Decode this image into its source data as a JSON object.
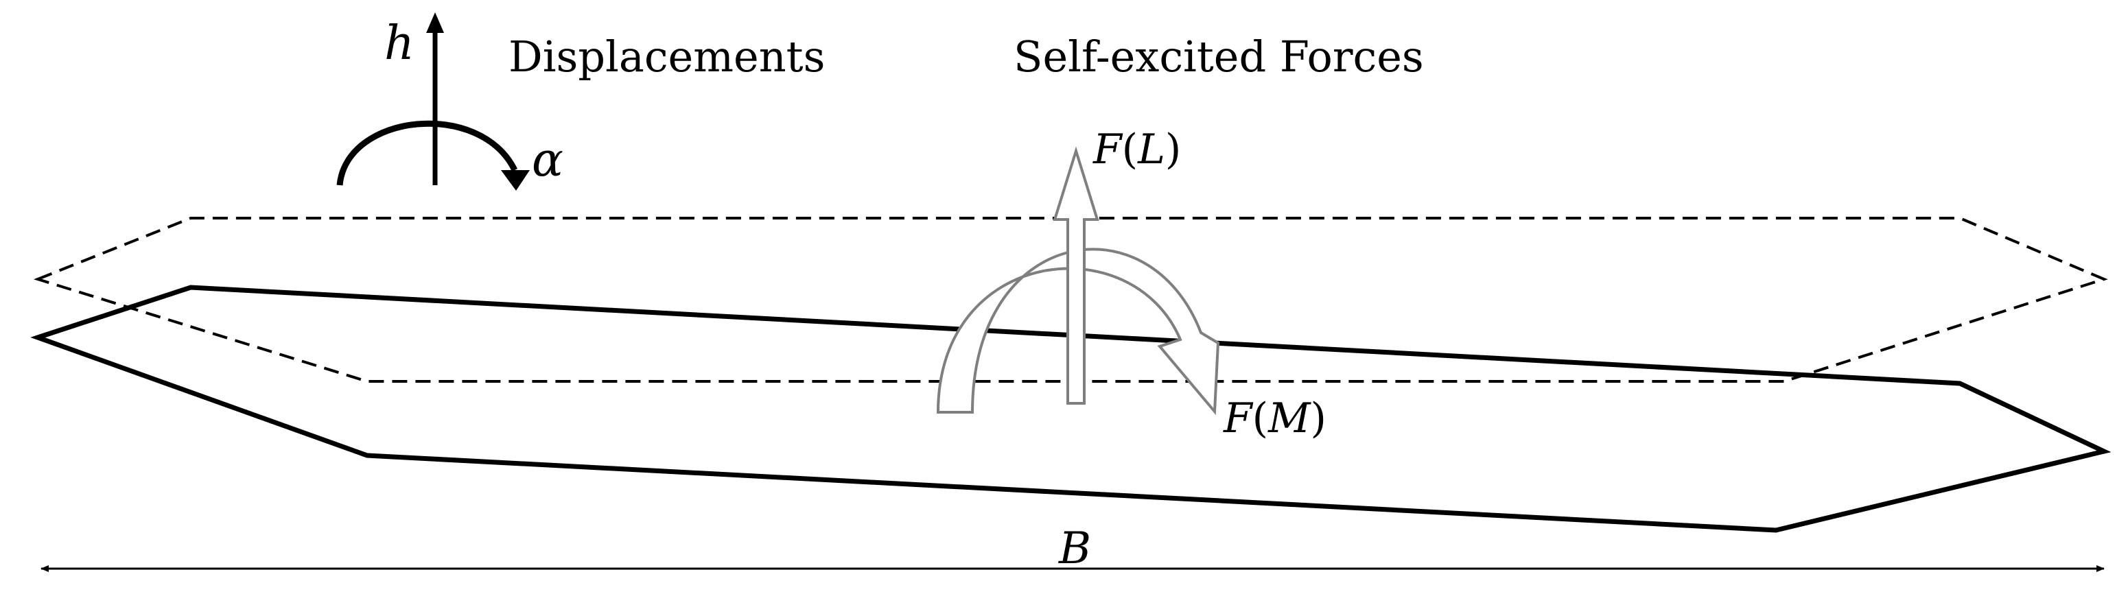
{
  "figure": {
    "labels": {
      "displacements": "Displacements",
      "self_excited_forces": "Self-excited Forces",
      "heave_symbol": "h",
      "pitch_symbol": "α",
      "lift_force": {
        "fn": "F",
        "arg": "L"
      },
      "moment_force": {
        "fn": "F",
        "arg": "M"
      },
      "width_symbol": "B"
    },
    "colors": {
      "line": "#000000",
      "force_arrow": "#7f7f7f",
      "dimension_line": "#000000"
    },
    "line_styles": {
      "undeformed_section": "dashed",
      "displaced_section": "solid"
    },
    "icons": [
      "heave-arrow-icon",
      "pitch-rotation-arrow-icon",
      "lift-force-arrow-icon",
      "moment-force-arrow-icon",
      "dimension-arrow-icon"
    ]
  }
}
